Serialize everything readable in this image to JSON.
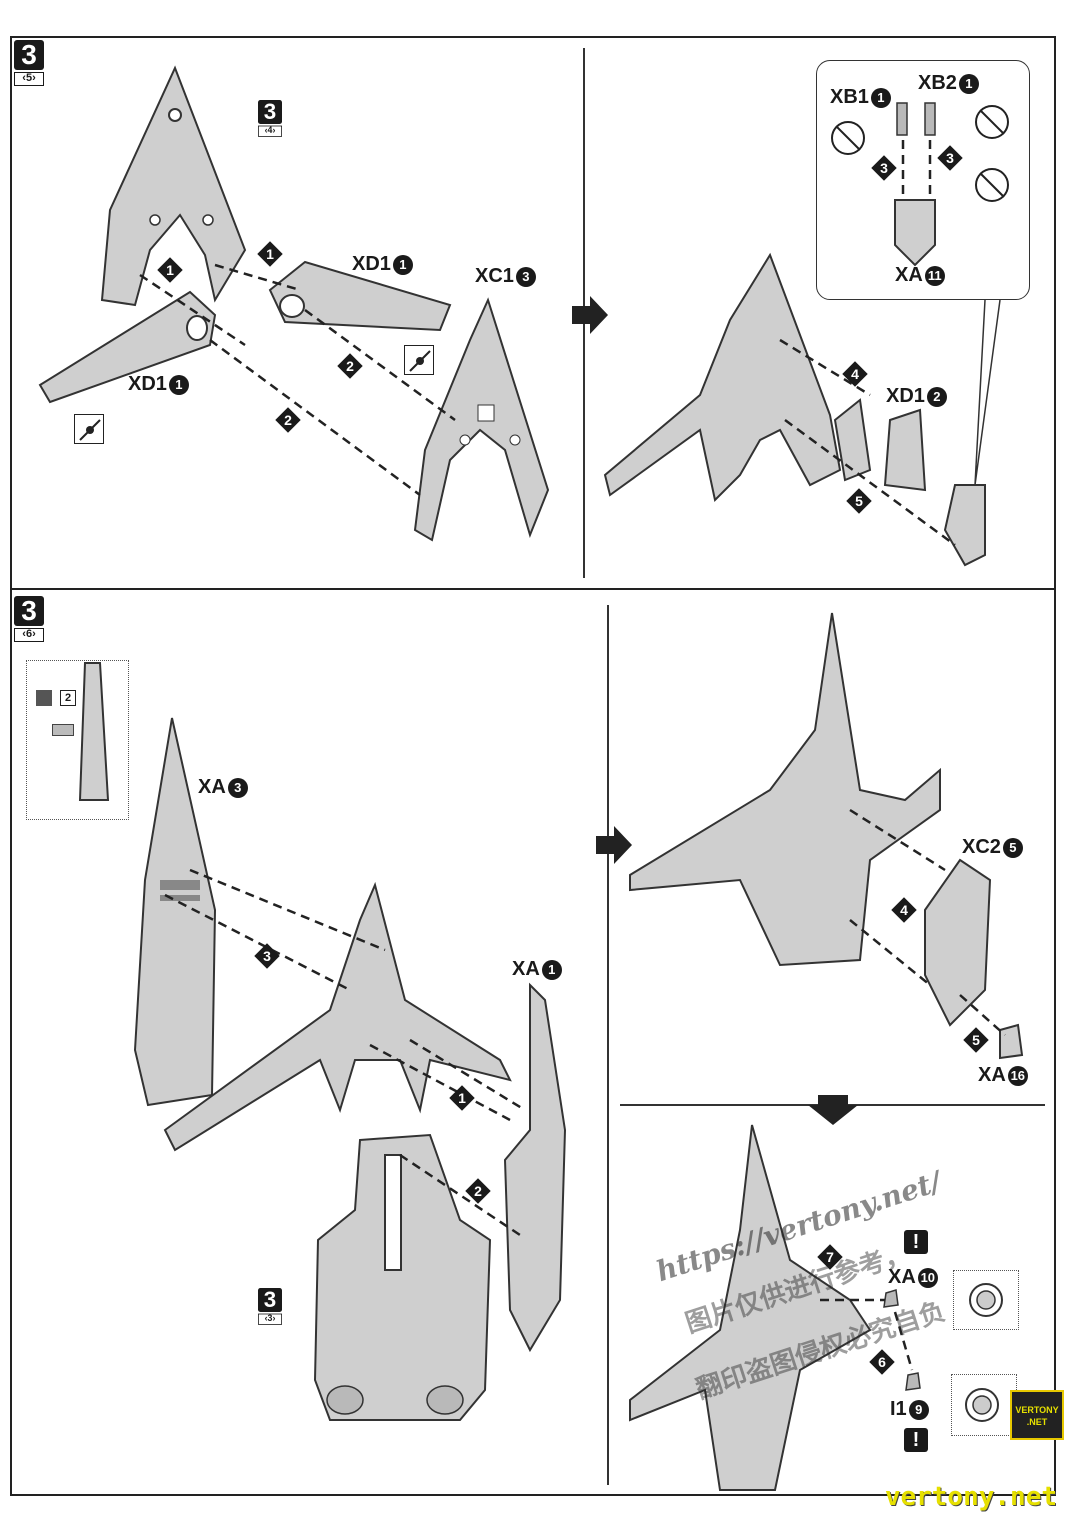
{
  "panels": {
    "top_left": {
      "step": "3",
      "sub": "5",
      "ref_step": {
        "num": "3",
        "sub": "4"
      },
      "labels": [
        {
          "part": "XD1",
          "num": "1"
        },
        {
          "part": "XC1",
          "num": "3"
        },
        {
          "part": "XD1",
          "num": "1"
        }
      ],
      "order": [
        "1",
        "1",
        "2",
        "2"
      ]
    },
    "top_right": {
      "callout_labels": [
        {
          "part": "XB1",
          "num": "1"
        },
        {
          "part": "XB2",
          "num": "1"
        },
        {
          "part": "XA",
          "num": "11"
        }
      ],
      "callout_order": [
        "3",
        "3"
      ],
      "labels": [
        {
          "part": "XD1",
          "num": "2"
        }
      ],
      "order": [
        "4",
        "5"
      ]
    },
    "bottom_left": {
      "step": "3",
      "sub": "6",
      "ref_step": {
        "num": "3",
        "sub": "3"
      },
      "sticker_num": "2",
      "labels": [
        {
          "part": "XA",
          "num": "3"
        },
        {
          "part": "XA",
          "num": "1"
        }
      ],
      "order": [
        "3",
        "1",
        "2"
      ]
    },
    "bottom_right_upper": {
      "labels": [
        {
          "part": "XC2",
          "num": "5"
        },
        {
          "part": "XA",
          "num": "16"
        }
      ],
      "order": [
        "4",
        "5"
      ]
    },
    "bottom_right_lower": {
      "labels": [
        {
          "part": "XA",
          "num": "10"
        },
        {
          "part": "I1",
          "num": "9"
        }
      ],
      "order": [
        "7",
        "6"
      ],
      "warning": "!"
    }
  },
  "watermark": {
    "line1": "https://vertony.net/",
    "line2": "图片仅供进行参考，",
    "line3": "翻印盗图侵权必究自负"
  },
  "logo": {
    "line1": "VERTONY",
    "line2": ".NET"
  },
  "footer": "vertony.net"
}
